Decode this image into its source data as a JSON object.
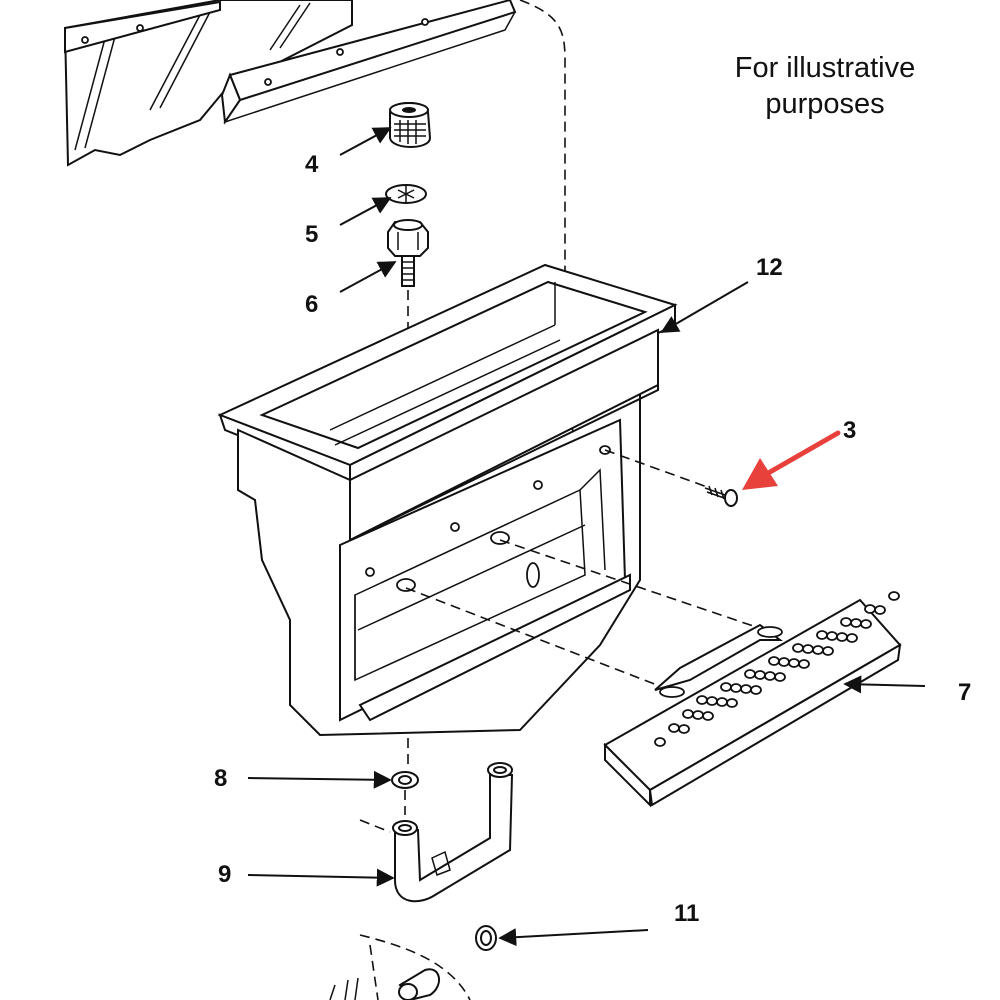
{
  "note": {
    "line1": "For illustrative",
    "line2": "purposes"
  },
  "callouts": {
    "part_3": "3",
    "part_4": "4",
    "part_5": "5",
    "part_6": "6",
    "part_7": "7",
    "part_8": "8",
    "part_9": "9",
    "part_11": "11",
    "part_12": "12"
  },
  "colors": {
    "line": "#111111",
    "highlight_arrow": "#e8413c",
    "background": "#ffffff"
  }
}
